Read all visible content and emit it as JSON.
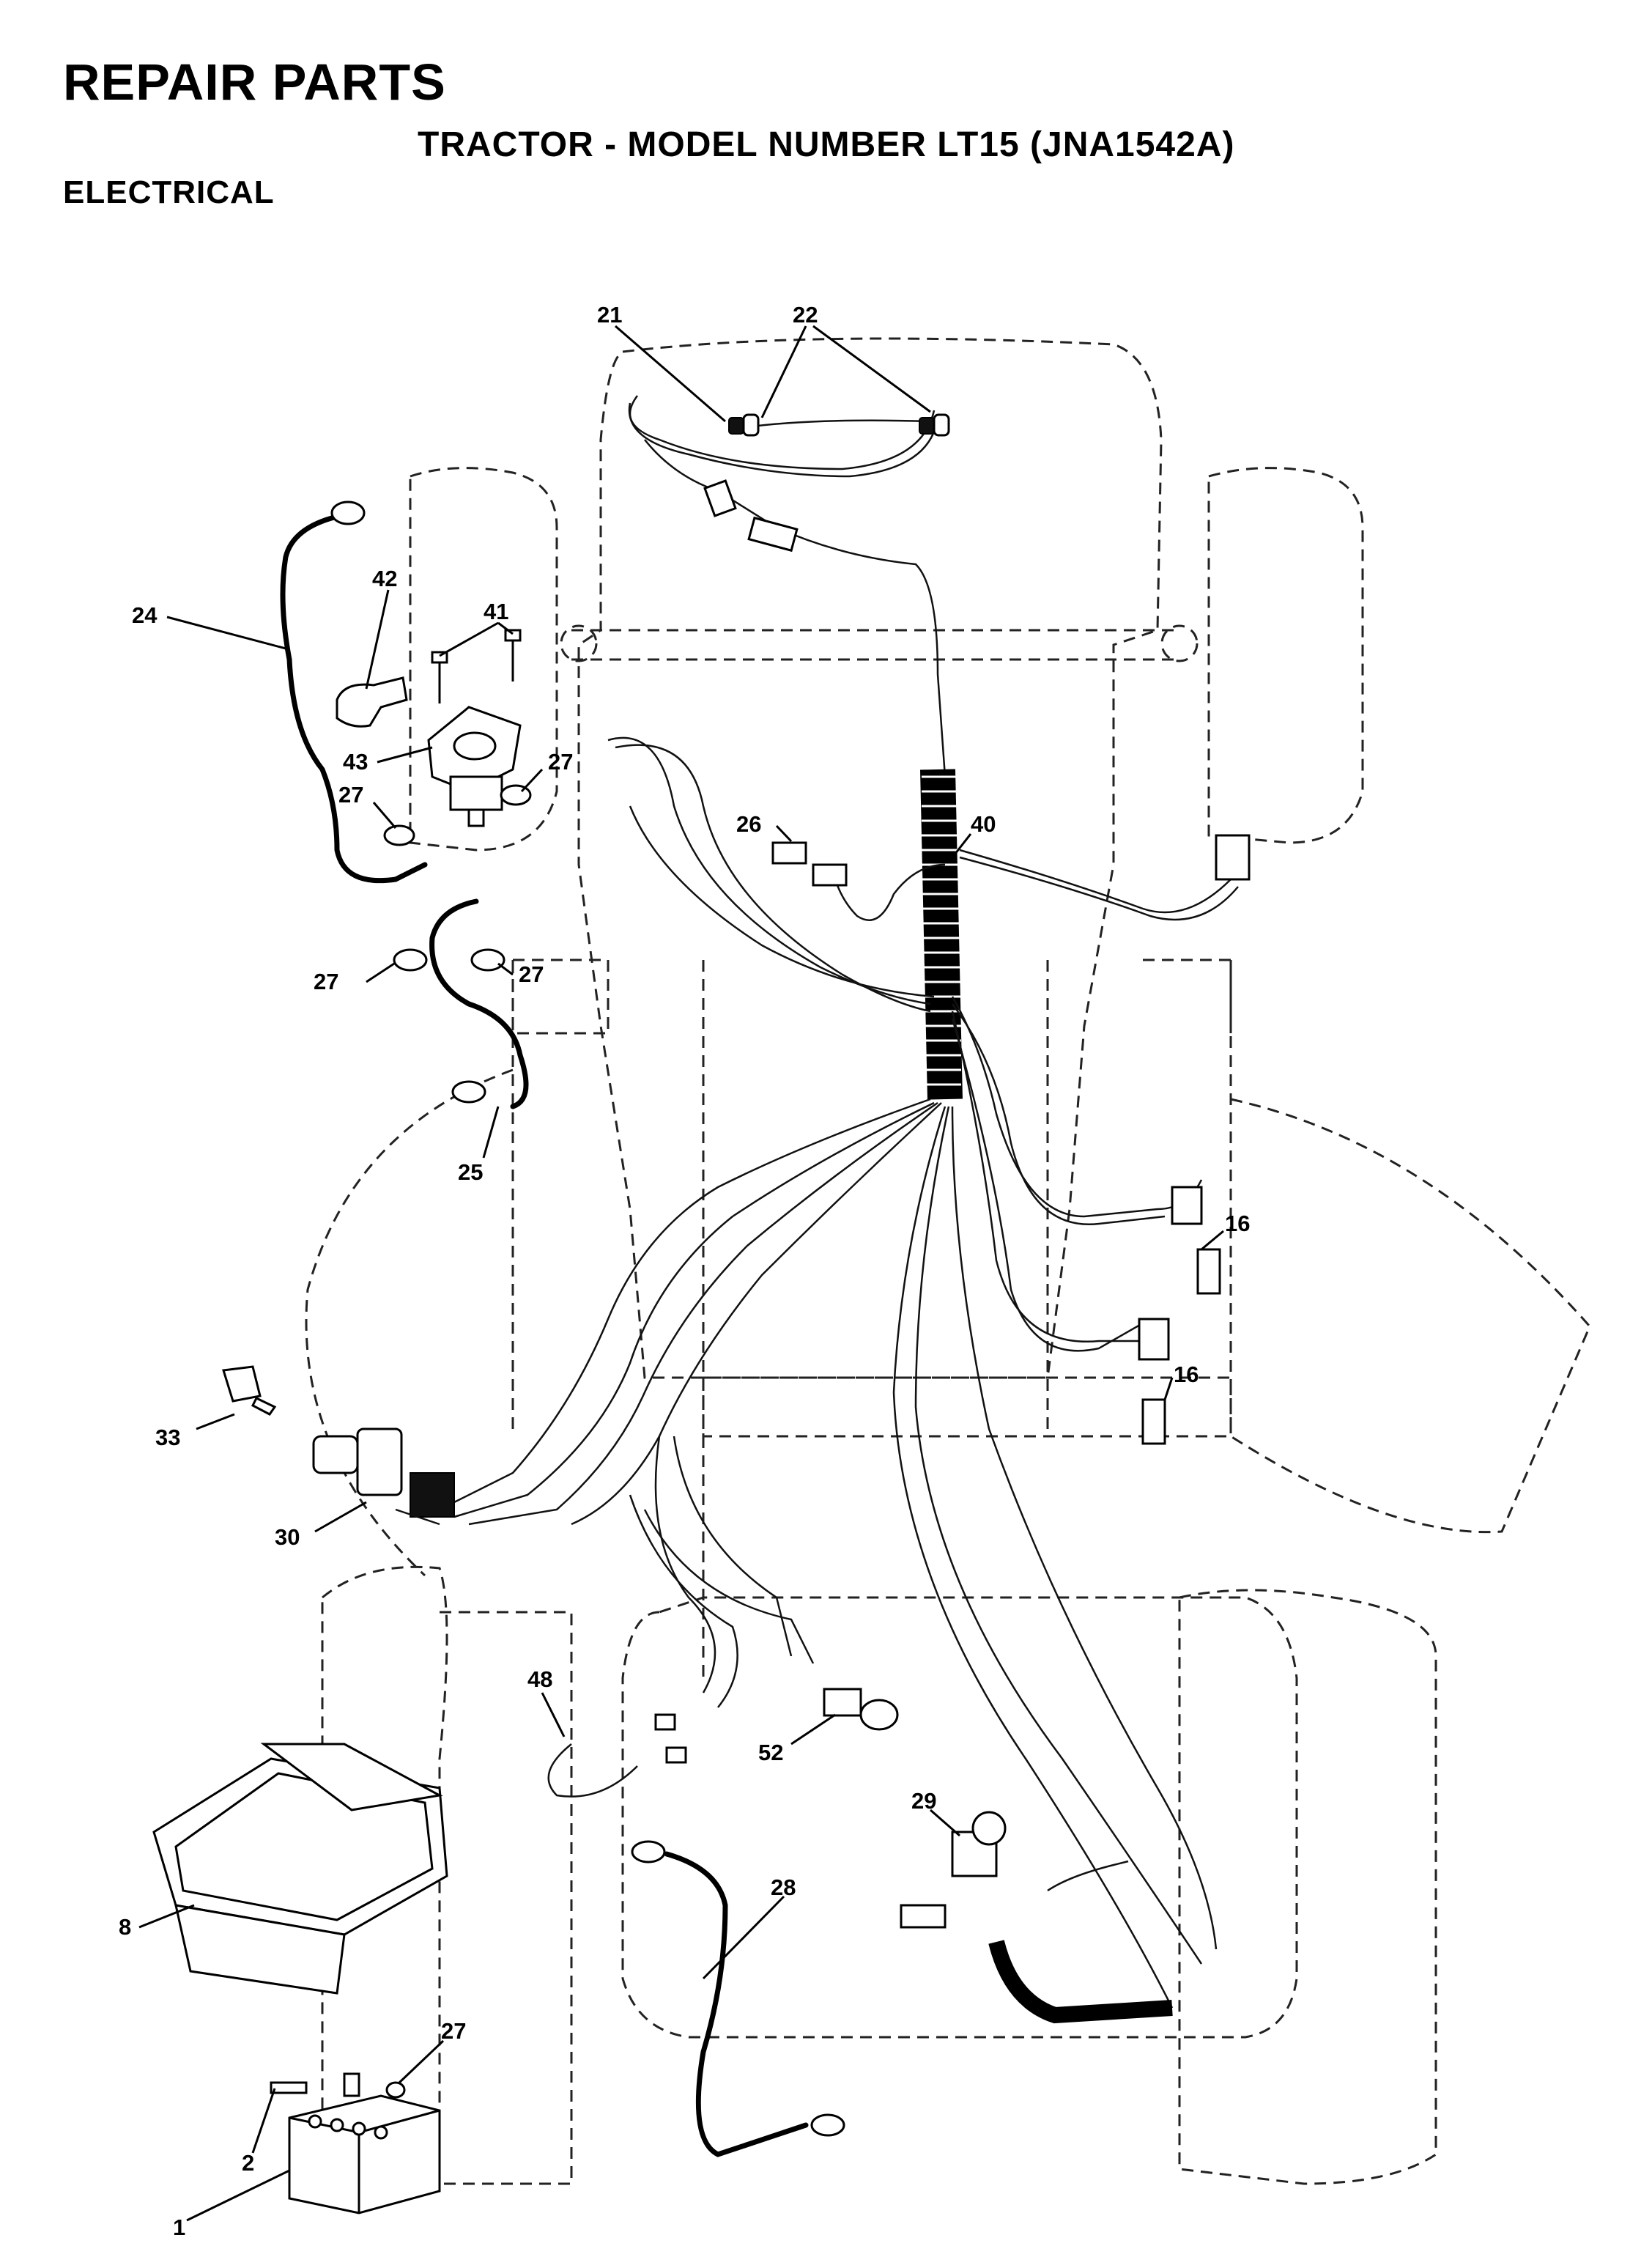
{
  "header": {
    "title": "REPAIR PARTS",
    "subtitle": "TRACTOR - MODEL NUMBER LT15 (JNA1542A)",
    "section": "ELECTRICAL"
  },
  "callouts": [
    {
      "id": "c21",
      "text": "21"
    },
    {
      "id": "c22",
      "text": "22"
    },
    {
      "id": "c42",
      "text": "42"
    },
    {
      "id": "c41",
      "text": "41"
    },
    {
      "id": "c24",
      "text": "24"
    },
    {
      "id": "c43",
      "text": "43"
    },
    {
      "id": "c27a",
      "text": "27"
    },
    {
      "id": "c27b",
      "text": "27"
    },
    {
      "id": "c26",
      "text": "26"
    },
    {
      "id": "c40",
      "text": "40"
    },
    {
      "id": "c27c",
      "text": "27"
    },
    {
      "id": "c27d",
      "text": "27"
    },
    {
      "id": "c25",
      "text": "25"
    },
    {
      "id": "c16a",
      "text": "16"
    },
    {
      "id": "c16b",
      "text": "16"
    },
    {
      "id": "c33",
      "text": "33"
    },
    {
      "id": "c30",
      "text": "30"
    },
    {
      "id": "c48",
      "text": "48"
    },
    {
      "id": "c52",
      "text": "52"
    },
    {
      "id": "c29",
      "text": "29"
    },
    {
      "id": "c28",
      "text": "28"
    },
    {
      "id": "c8",
      "text": "8"
    },
    {
      "id": "c27e",
      "text": "27"
    },
    {
      "id": "c2",
      "text": "2"
    },
    {
      "id": "c1",
      "text": "1"
    }
  ]
}
